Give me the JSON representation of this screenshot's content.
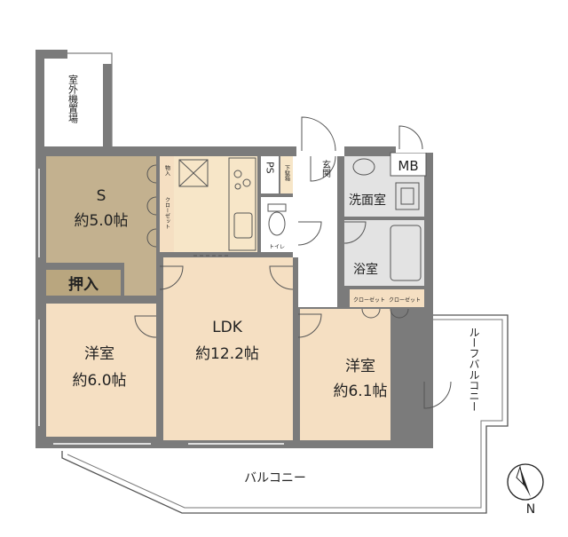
{
  "rooms": {
    "s_room": {
      "name": "S",
      "size": "約5.0帖"
    },
    "oshiire": {
      "name": "押入"
    },
    "western_left": {
      "name": "洋室",
      "size": "約6.0帖"
    },
    "ldk": {
      "name": "LDK",
      "size": "約12.2帖"
    },
    "western_right": {
      "name": "洋室",
      "size": "約6.1帖"
    },
    "washroom": {
      "name": "洗面室"
    },
    "bathroom": {
      "name": "浴室"
    },
    "toilet": {
      "name": "トイレ"
    },
    "entrance": {
      "name": "玄関"
    }
  },
  "labels": {
    "outdoor_unit": "室外機置場",
    "balcony": "バルコニー",
    "roof_balcony": "ルーフバルコニー",
    "mb": "MB",
    "ps": "PS",
    "storage_small": "物入",
    "shoe_box": "下駄箱",
    "closet_vertical": "クローゼット",
    "closet_a": "クローゼット",
    "closet_b": "クローゼット",
    "compass_n": "N"
  },
  "colors": {
    "wall": "#7b7b7b",
    "s_room_floor": "#c3b18f",
    "oshiire_floor": "#b9a67f",
    "wood_floor": "#f5dfc2",
    "wet_floor": "#e3e3e3",
    "kitchen_floor": "#f7e6c8",
    "outline": "#555555"
  }
}
